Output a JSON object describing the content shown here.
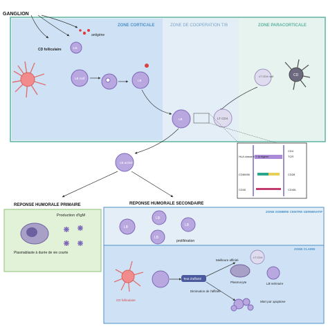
{
  "ganglion": "GANGLION",
  "zones": {
    "corticale": "ZONE CORTICALE",
    "cooperation": "ZONE DE COOPERATION T/B",
    "paracorticale": "ZONE PARACORTICALE"
  },
  "labels": {
    "antigene": "antigène",
    "cd_folliculaire": "CD folliculaire",
    "lb": "LB",
    "lb_naif": "LB naïf",
    "lt_cd4_naif": "LT CD4 naïf",
    "cd": "CD",
    "lt_cd4": "LT CD4",
    "lb_activé": "LB activé"
  },
  "synapse": {
    "left": [
      "HLA classe II + Antigène",
      "CD80/86",
      "CD40"
    ],
    "right": [
      "CD4",
      "TCR",
      "CD28",
      "CD40L"
    ]
  },
  "primaire": {
    "title": "REPONSE HUMORALE PRIMAIRE",
    "production": "Production d'IgM",
    "plasmablaste": "Plasmablaste à durée de vie courte"
  },
  "secondaire": {
    "title": "REPONSE HUMORALE SECONDAIRE",
    "zone_sombre": "ZONE SOMBRE CENTRE GERMINATIF",
    "proliferation": "prolifération",
    "zone_claire": "ZONE CLAIRE",
    "cd_folliculaire": "CD folliculaire",
    "test_affinite": "Test d'affinité",
    "meilleure_affinite": "Meilleure affinité",
    "diminution_affinite": "Diminution de l'affinité",
    "plasmocyte": "Plasmocyte",
    "lb_memoire": "LB mémoire",
    "mort": "Mort par apoptose"
  },
  "colors": {
    "zone_corticale": "#cfe2f5",
    "zone_cooperation": "#e3eef7",
    "zone_paracorticale": "#e6f3ee",
    "border_teal": "#5fb3a2",
    "lb_purple": "#b9a7e0",
    "primary_green": "#e1f2d9",
    "secondary_blue": "#cfe2f5",
    "dc_pink": "#f28c8c"
  }
}
